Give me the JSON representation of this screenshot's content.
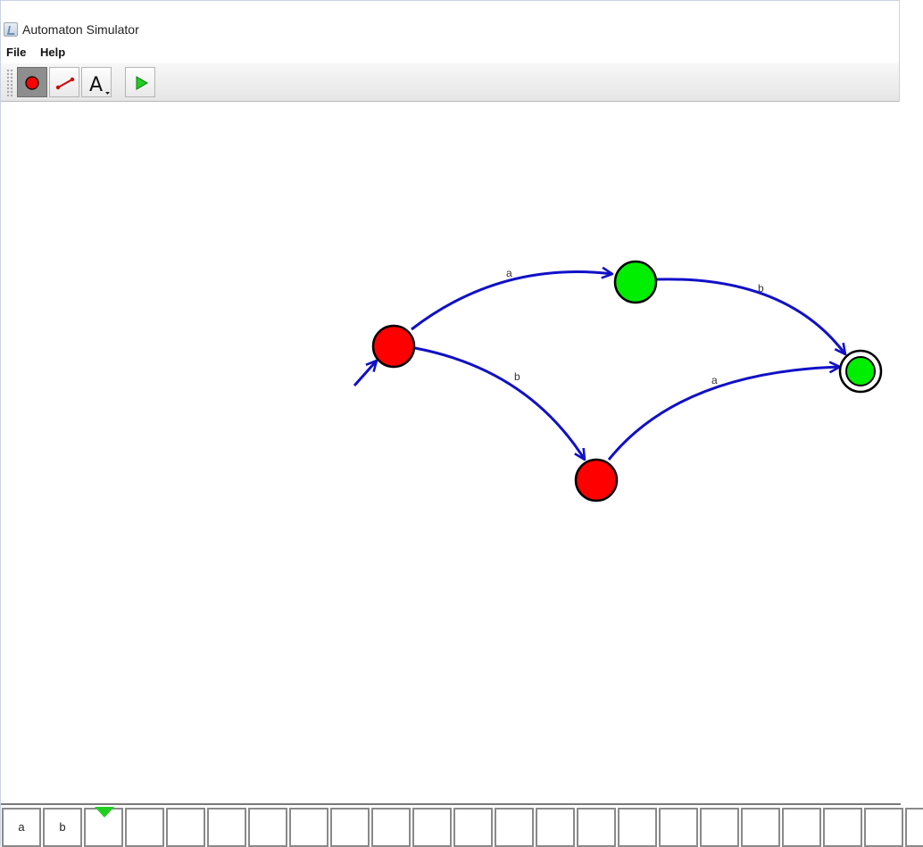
{
  "window": {
    "title": "Automaton Simulator"
  },
  "menu": {
    "items": [
      "File",
      "Help"
    ]
  },
  "toolbar": {
    "tools": [
      {
        "name": "state-tool",
        "icon": "state-circle-icon",
        "selected": true
      },
      {
        "name": "transition-tool",
        "icon": "transition-line-icon",
        "selected": false
      },
      {
        "name": "label-tool",
        "icon": "text-label-icon",
        "label": "A",
        "selected": false
      },
      {
        "name": "run-tool",
        "icon": "play-icon",
        "selected": false
      }
    ]
  },
  "automaton": {
    "states": [
      {
        "id": "q0",
        "color": "#ff0000",
        "initial": true,
        "accepting": false
      },
      {
        "id": "q1",
        "color": "#00ee00",
        "initial": false,
        "accepting": false
      },
      {
        "id": "q2",
        "color": "#ff0000",
        "initial": false,
        "accepting": false
      },
      {
        "id": "q3",
        "color": "#00ee00",
        "initial": false,
        "accepting": true
      }
    ],
    "transitions": [
      {
        "from": "q0",
        "to": "q1",
        "label": "a"
      },
      {
        "from": "q1",
        "to": "q3",
        "label": "b"
      },
      {
        "from": "q0",
        "to": "q2",
        "label": "b"
      },
      {
        "from": "q2",
        "to": "q3",
        "label": "a"
      }
    ],
    "edge_color": "#1010c8"
  },
  "tape": {
    "symbols": [
      "a",
      "b",
      "",
      "",
      "",
      "",
      "",
      "",
      "",
      "",
      "",
      "",
      "",
      "",
      "",
      "",
      "",
      "",
      "",
      "",
      "",
      "",
      ""
    ],
    "head_index": 2,
    "head_color": "#1fcf1f"
  }
}
